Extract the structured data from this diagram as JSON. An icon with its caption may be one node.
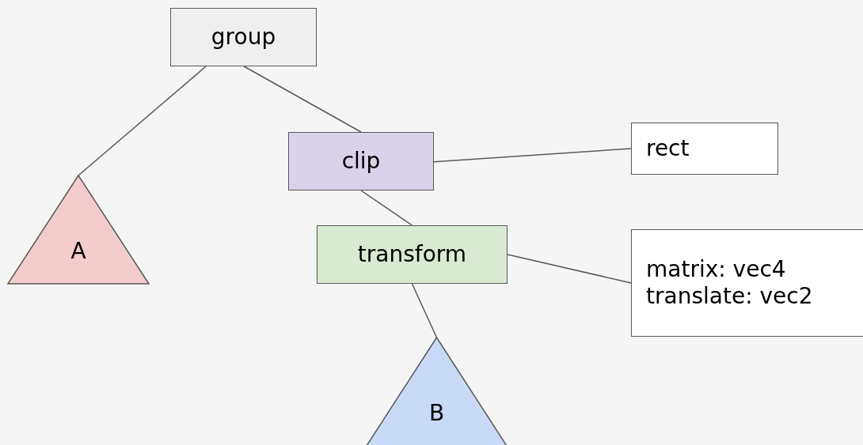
{
  "diagram": {
    "nodes": [
      {
        "text": [
          "group"
        ]
      },
      {
        "text": [
          "A"
        ]
      },
      {
        "text": [
          "clip"
        ]
      },
      {
        "text": [
          "rect"
        ]
      },
      {
        "text": [
          "transform"
        ]
      },
      {
        "text": [
          "matrix: vec4",
          "translate: vec2"
        ]
      },
      {
        "text": [
          "B"
        ]
      }
    ],
    "edges": [
      {
        "from": 0,
        "to": 1,
        "arrow": "none"
      },
      {
        "from": 0,
        "to": 2,
        "arrow": "none"
      },
      {
        "from": 2,
        "to": 3,
        "arrow": "none"
      },
      {
        "from": 2,
        "to": 4,
        "arrow": "none"
      },
      {
        "from": 4,
        "to": 5,
        "arrow": "none"
      },
      {
        "from": 4,
        "to": 6,
        "arrow": "none"
      }
    ]
  }
}
